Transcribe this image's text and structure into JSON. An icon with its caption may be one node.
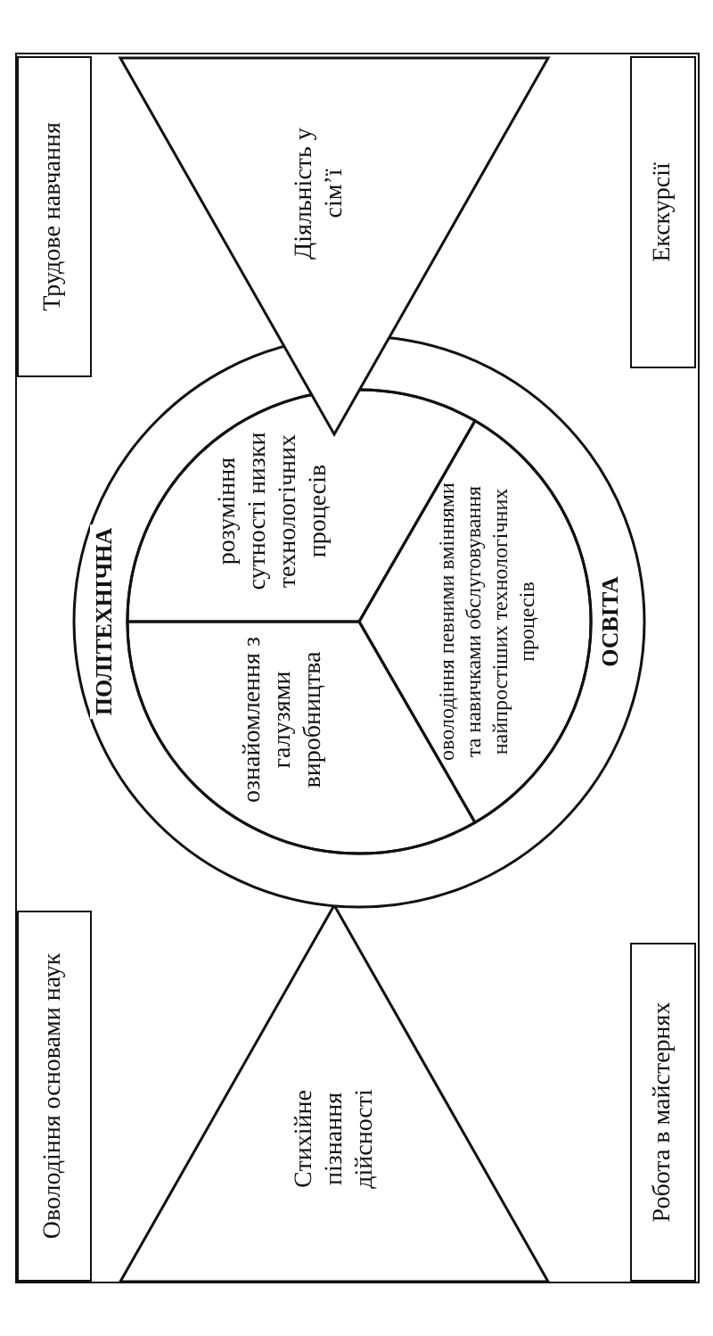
{
  "diagram": {
    "nodes": [
      {
        "text": [],
        "shape": "box"
      },
      {
        "text": [
          "Оволодіння основами наук"
        ],
        "in": 0
      },
      {
        "text": [
          "Трудове навчання"
        ],
        "in": 0
      },
      {
        "text": [
          "Стихійне пізнання дійсності"
        ],
        "in": 0
      },
      {
        "text": [
          "ПОЛІТЕХНІЧНА",
          "ОСВІТА"
        ],
        "in": 0
      },
      {
        "text": [
          "ознайомлення з галузями виробництва"
        ],
        "in": 4
      },
      {
        "text": [
          "розуміння сутності низки технологічних процесів"
        ],
        "in": 4
      },
      {
        "text": [
          "оволодіння певними вміннями та навичками обслуговування найпростіших технологічних процесів"
        ],
        "in": 4
      },
      {
        "text": [
          "Діяльність у сім’ї"
        ],
        "in": 0
      },
      {
        "text": [
          "Робота в майстернях"
        ],
        "in": 0
      },
      {
        "text": [
          "Екскурсії"
        ],
        "in": 0
      }
    ],
    "edges": []
  }
}
